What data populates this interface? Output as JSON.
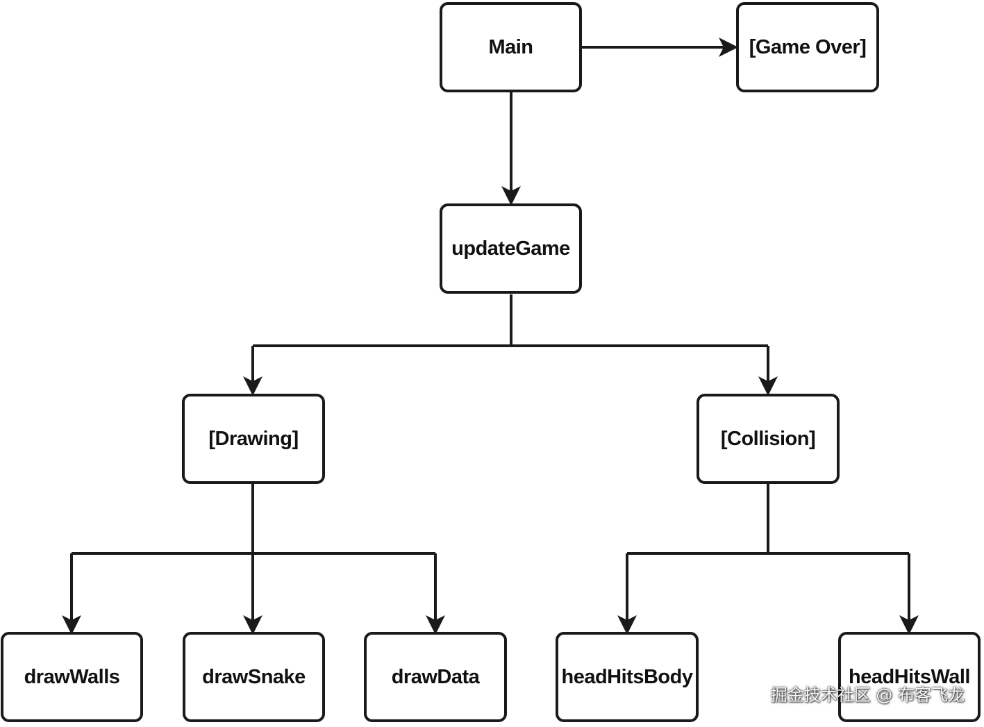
{
  "diagram": {
    "nodes": {
      "main": "Main",
      "game_over": "[Game Over]",
      "update_game": "updateGame",
      "drawing": "[Drawing]",
      "collision": "[Collision]",
      "draw_walls": "drawWalls",
      "draw_snake": "drawSnake",
      "draw_data": "drawData",
      "head_hits_body": "headHitsBody",
      "head_hits_wall": "headHitsWall"
    },
    "edges": [
      {
        "from": "main",
        "to": "game_over"
      },
      {
        "from": "main",
        "to": "update_game"
      },
      {
        "from": "update_game",
        "to": "drawing"
      },
      {
        "from": "update_game",
        "to": "collision"
      },
      {
        "from": "drawing",
        "to": "draw_walls"
      },
      {
        "from": "drawing",
        "to": "draw_snake"
      },
      {
        "from": "drawing",
        "to": "draw_data"
      },
      {
        "from": "collision",
        "to": "head_hits_body"
      },
      {
        "from": "collision",
        "to": "head_hits_wall"
      }
    ],
    "colors": {
      "line": "#1a1a1a",
      "box_border": "#1a1a1a",
      "box_fill": "#ffffff",
      "text": "#111111"
    }
  },
  "watermark": "掘金技术社区 @ 布客飞龙"
}
